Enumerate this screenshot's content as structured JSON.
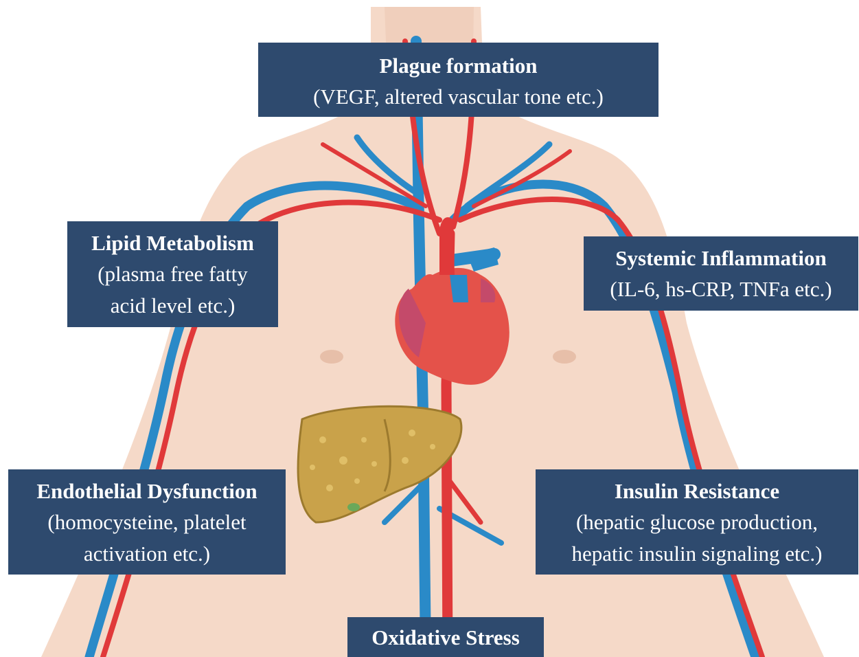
{
  "labels": {
    "plague": {
      "title": "Plague formation",
      "body": "(VEGF, altered vascular tone etc.)"
    },
    "lipid": {
      "title": "Lipid Metabolism",
      "body": "(plasma free fatty\nacid level etc.)"
    },
    "systemic": {
      "title": "Systemic Inflammation",
      "body": "(IL-6, hs-CRP, TNFa etc.)"
    },
    "endothelial": {
      "title": "Endothelial Dysfunction",
      "body": "(homocysteine, platelet\nactivation etc.)"
    },
    "insulin": {
      "title": "Insulin Resistance",
      "body": "(hepatic glucose production,\nhepatic insulin signaling etc.)"
    },
    "oxidative": {
      "title": "Oxidative Stress"
    }
  },
  "colors": {
    "box": "#2e4a6e",
    "skin": "#f5d9c8",
    "artery": "#e0393a",
    "vein": "#2a8ac8",
    "heart": "#e4524a",
    "liver": "#c9a24a"
  }
}
